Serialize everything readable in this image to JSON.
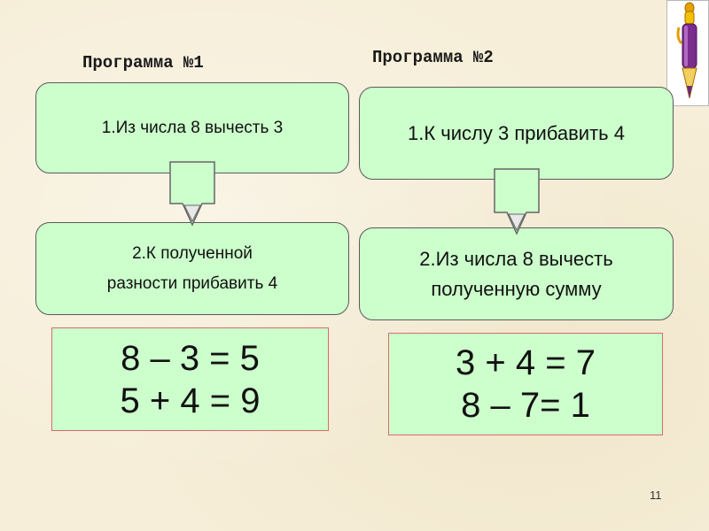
{
  "program1": {
    "title": "Программа №1",
    "step1": "1.Из числа 8 вычесть 3",
    "step2_line1": "2.К полученной",
    "step2_line2": "разности прибавить 4",
    "result_line1": "8 – 3 = 5",
    "result_line2": "5 + 4 = 9"
  },
  "program2": {
    "title": "Программа №2",
    "step1": "1.К числу 3 прибавить 4",
    "step2_line1": "2.Из числа 8 вычесть",
    "step2_line2": "полученную сумму",
    "result_line1": "3 + 4 = 7",
    "result_line2": "8 – 7= 1"
  },
  "page_number": "11",
  "icons": {
    "decoration": "pen-icon"
  },
  "colors": {
    "box_fill": "#ccffcc",
    "box_border": "#5a5a5a",
    "result_border": "#d96b6b",
    "background": "#f6eed8"
  }
}
